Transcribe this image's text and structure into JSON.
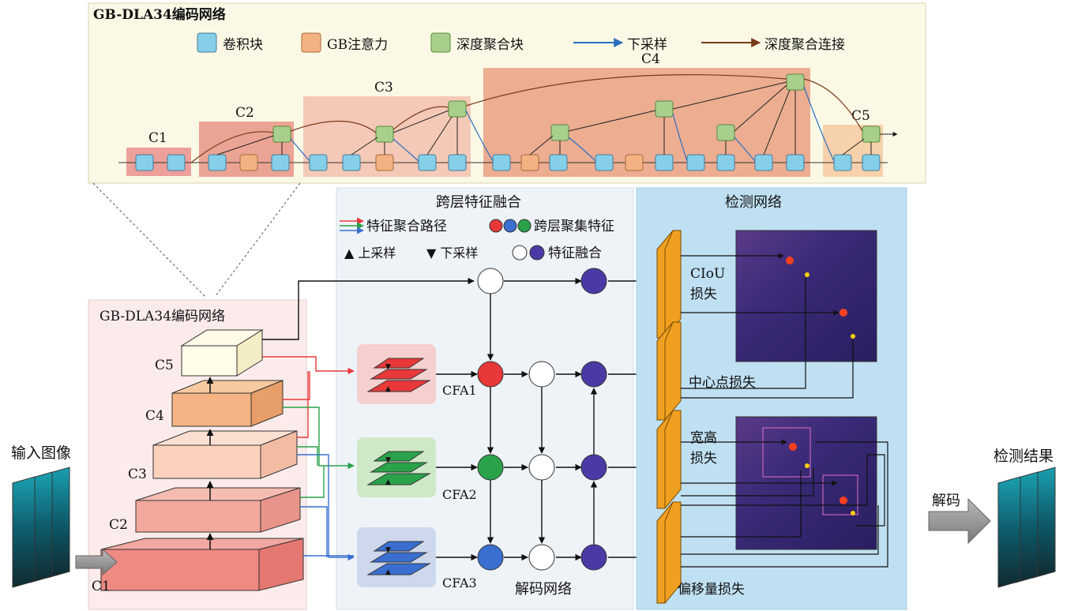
{
  "colors": {
    "conv_block": "#86cfe9",
    "gb_attention": "#f4b283",
    "depth_agg_block": "#a8d08c",
    "downsample_arrow": "#2a6fbf",
    "depth_agg_arrow": "#7a3a1a",
    "path_red": "#e8383a",
    "path_green": "#2aa24a",
    "path_blue": "#3a6fd0",
    "fusion_purple": "#4b3aa6",
    "detection_head": "#f0a020"
  },
  "top_panel": {
    "title": "GB-DLA34编码网络",
    "legend": {
      "conv": "卷积块",
      "gb": "GB注意力",
      "dag": "深度聚合块",
      "down": "下采样",
      "dagconn": "深度聚合连接"
    },
    "stages": [
      "C1",
      "C2",
      "C3",
      "C4",
      "C5"
    ]
  },
  "encoder": {
    "title": "GB-DLA34编码网络",
    "layers": [
      "C5",
      "C4",
      "C3",
      "C2",
      "C1"
    ]
  },
  "input": {
    "label": "输入图像"
  },
  "cfa": {
    "title": "跨层特征融合",
    "legend_paths": "特征聚合路径",
    "legend_agg": "跨层聚集特征",
    "legend_up": "▲ 上采样",
    "legend_down": "▼ 下采样",
    "legend_fuse": "特征融合",
    "modules": [
      "CFA1",
      "CFA2",
      "CFA3"
    ],
    "decoder_label": "解码网络"
  },
  "detect": {
    "title": "检测网络",
    "losses": {
      "ciou": "CIoU",
      "ciou2": "损失",
      "center": "中心点损失",
      "wh1": "宽高",
      "wh2": "损失",
      "offset": "偏移量损失"
    }
  },
  "decode": {
    "label": "解码"
  },
  "output": {
    "label": "检测结果"
  }
}
